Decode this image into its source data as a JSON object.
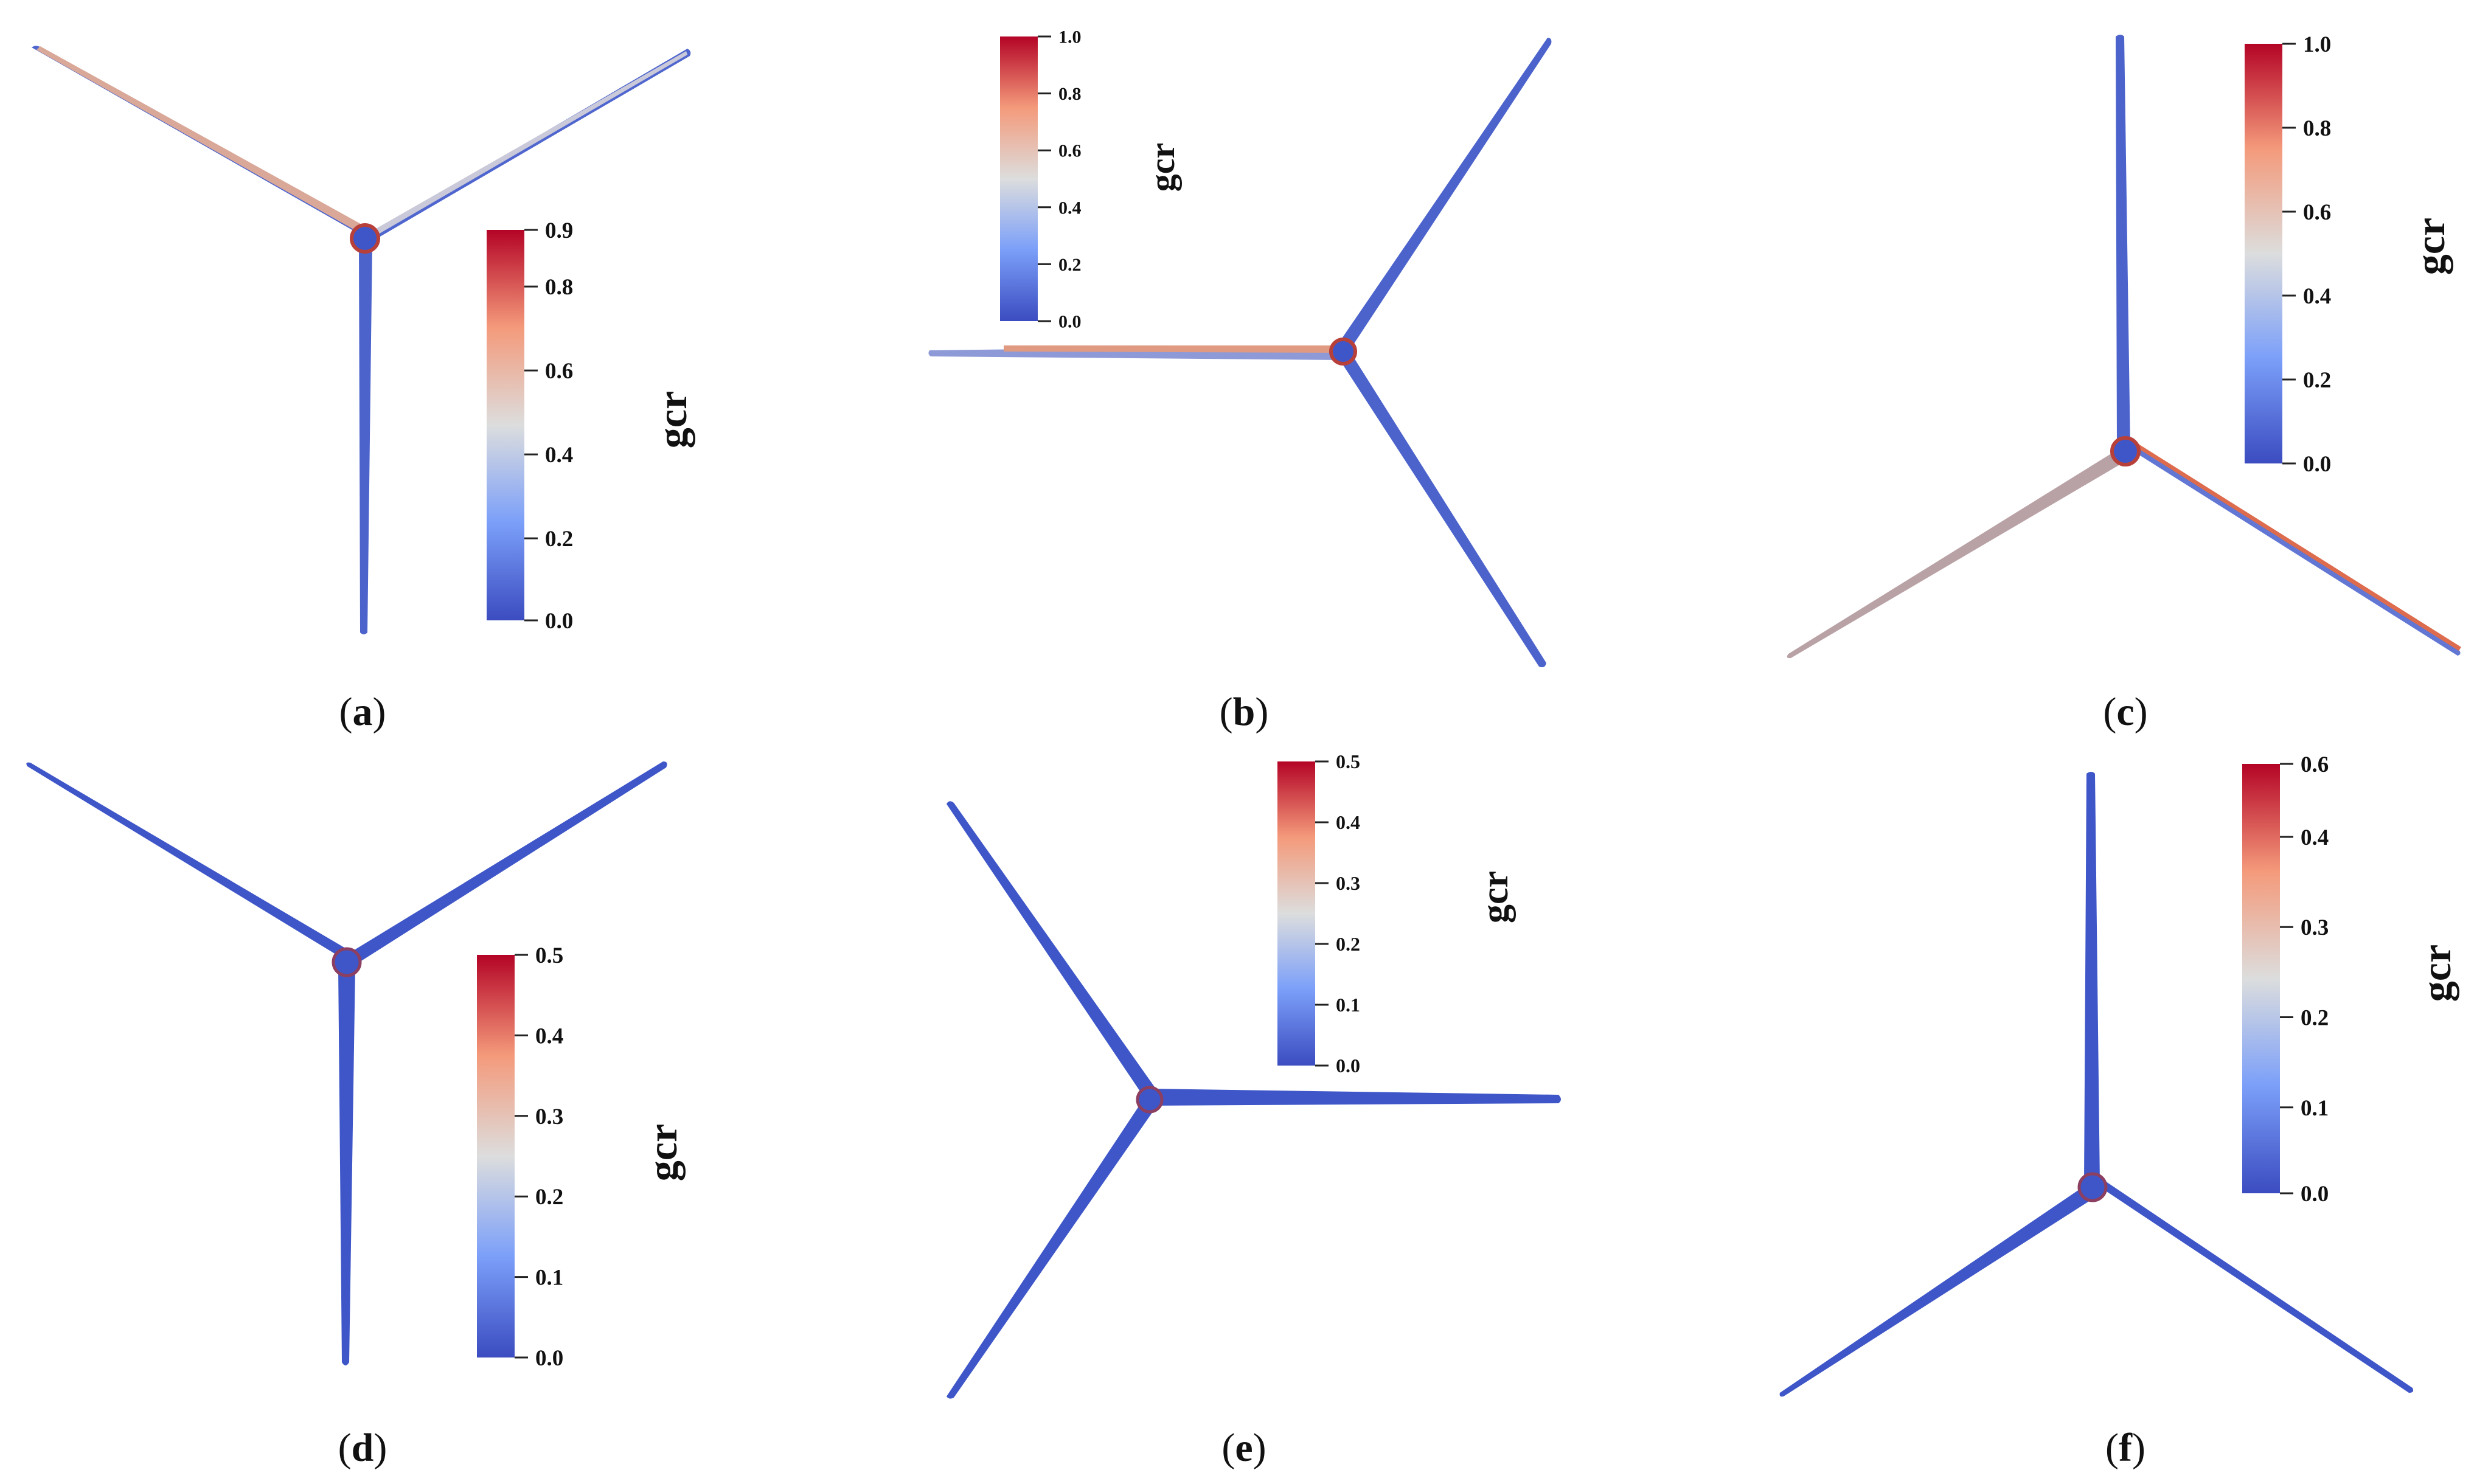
{
  "colors": {
    "low": "#3b4cc0",
    "mid": "#dcdddd",
    "high": "#b40426",
    "blade_base": "#3e56c8",
    "blade_edge": "#dd6b4d"
  },
  "colorbar_title": "gcr",
  "panels": [
    {
      "label": "a",
      "ticks": [
        "0.9",
        "0.8",
        "0.6",
        "0.4",
        "0.2",
        "0.0"
      ]
    },
    {
      "label": "b",
      "ticks": [
        "1.0",
        "0.8",
        "0.6",
        "0.4",
        "0.2",
        "0.0"
      ]
    },
    {
      "label": "c",
      "ticks": [
        "1.0",
        "0.8",
        "0.6",
        "0.4",
        "0.2",
        "0.0"
      ]
    },
    {
      "label": "d",
      "ticks": [
        "0.5",
        "0.4",
        "0.3",
        "0.2",
        "0.1",
        "0.0"
      ]
    },
    {
      "label": "e",
      "ticks": [
        "0.5",
        "0.4",
        "0.3",
        "0.2",
        "0.1",
        "0.0"
      ]
    },
    {
      "label": "f",
      "ticks": [
        "0.6",
        "0.4",
        "0.3",
        "0.2",
        "0.1",
        "0.0"
      ]
    }
  ]
}
